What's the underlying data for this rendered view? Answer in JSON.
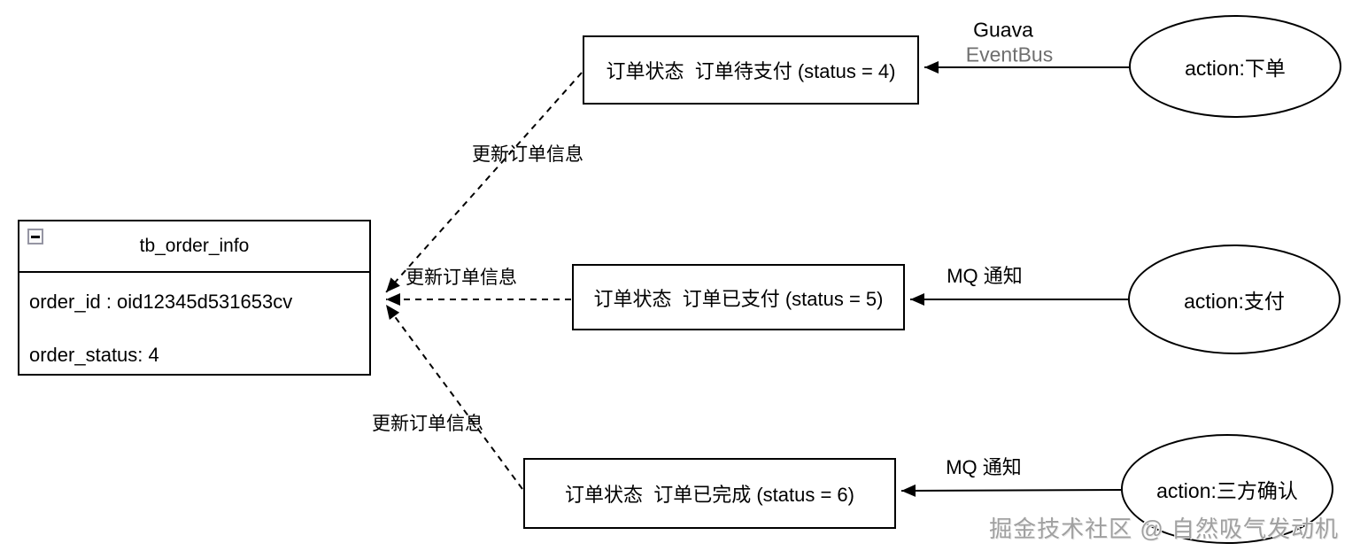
{
  "table": {
    "title": "tb_order_info",
    "fields": [
      {
        "text": "order_id : oid12345d531653cv"
      },
      {
        "text": "order_status: 4"
      }
    ]
  },
  "state_boxes": [
    {
      "label": "订单状态  订单待支付 (status = 4)"
    },
    {
      "label": "订单状态  订单已支付 (status = 5)"
    },
    {
      "label": "订单状态  订单已完成 (status = 6)"
    }
  ],
  "action_nodes": [
    {
      "label": "action:下单"
    },
    {
      "label": "action:支付"
    },
    {
      "label": "action:三方确认"
    }
  ],
  "edge_labels": {
    "updates": [
      "更新订单信息",
      "更新订单信息",
      "更新订单信息"
    ],
    "event_top_line1": "Guava",
    "event_top_line2": "EventBus",
    "mq_middle": "MQ 通知",
    "mq_bottom": "MQ 通知"
  },
  "watermark": "掘金技术社区 @ 自然吸气发动机",
  "icons": {
    "collapse": "minus-square"
  },
  "colors": {
    "stroke": "#000000",
    "eventbus_text": "#6f6f6f",
    "watermark_text": "#a0a0a0",
    "collapse_icon_border": "#9595a3"
  }
}
